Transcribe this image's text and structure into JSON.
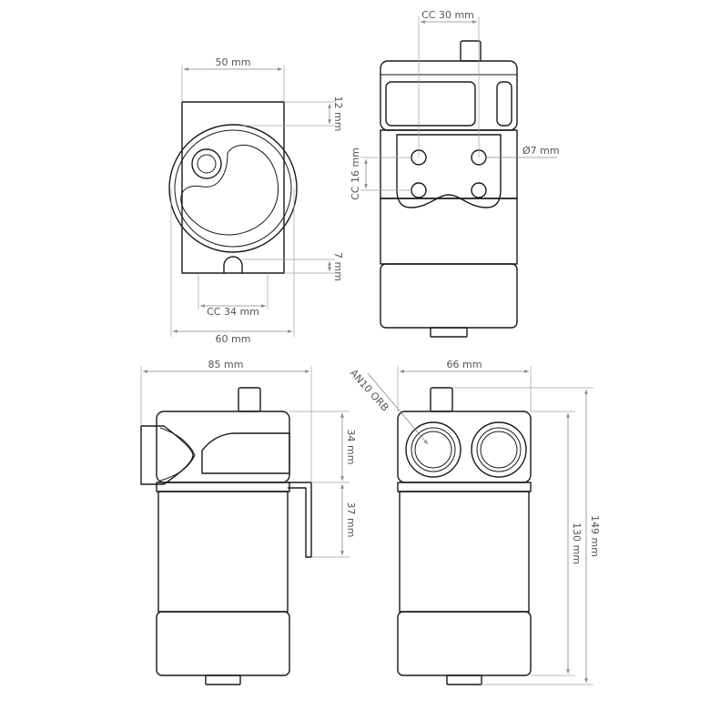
{
  "colors": {
    "part_stroke": "#1a1a1a",
    "dimension_stroke": "#8a8a8a",
    "dimension_text": "#555555",
    "background": "#ffffff"
  },
  "top_view": {
    "width_label": "50 mm",
    "flat_offset_label": "12 mm",
    "slot_depth_label": "7 mm",
    "hole_spacing_label": "CC 34 mm",
    "diameter_label": "60 mm"
  },
  "rear_view": {
    "bolt_spacing_h_label": "CC 30 mm",
    "bolt_hole_label": "Ø7 mm",
    "bolt_spacing_v_label": "CC 16 mm"
  },
  "side_view": {
    "overall_depth_label": "85 mm",
    "upper_height_label": "34 mm",
    "bracket_height_label": "37 mm"
  },
  "front_view": {
    "port_label": "AN10 ORB",
    "width_label": "66 mm",
    "body_height_label": "130 mm",
    "overall_height_label": "149 mm"
  }
}
